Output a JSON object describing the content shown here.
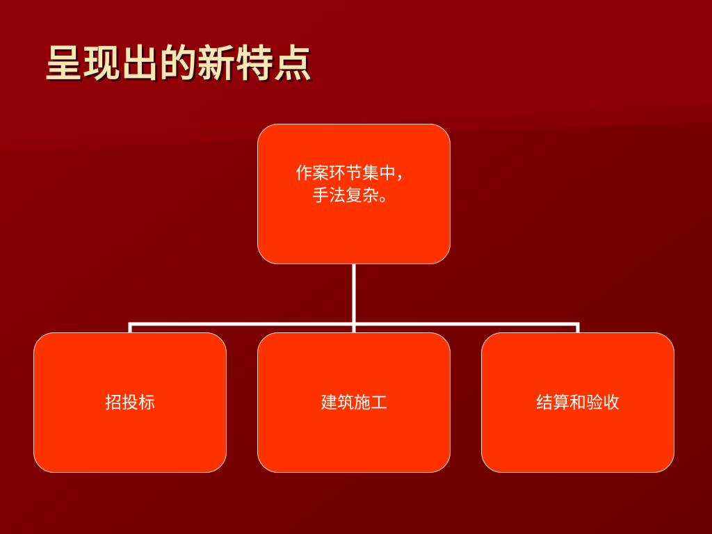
{
  "slide": {
    "title": "呈现出的新特点"
  },
  "diagram": {
    "root": {
      "line1": "作案环节集中，",
      "line2": "手法复杂。"
    },
    "children": [
      {
        "label": "招投标"
      },
      {
        "label": "建筑施工"
      },
      {
        "label": "结算和验收"
      }
    ]
  },
  "colors": {
    "background": "#7A0000",
    "node_fill": "#FF3300",
    "title_text": "#F4E7B8",
    "connector": "#FFFFFF"
  }
}
